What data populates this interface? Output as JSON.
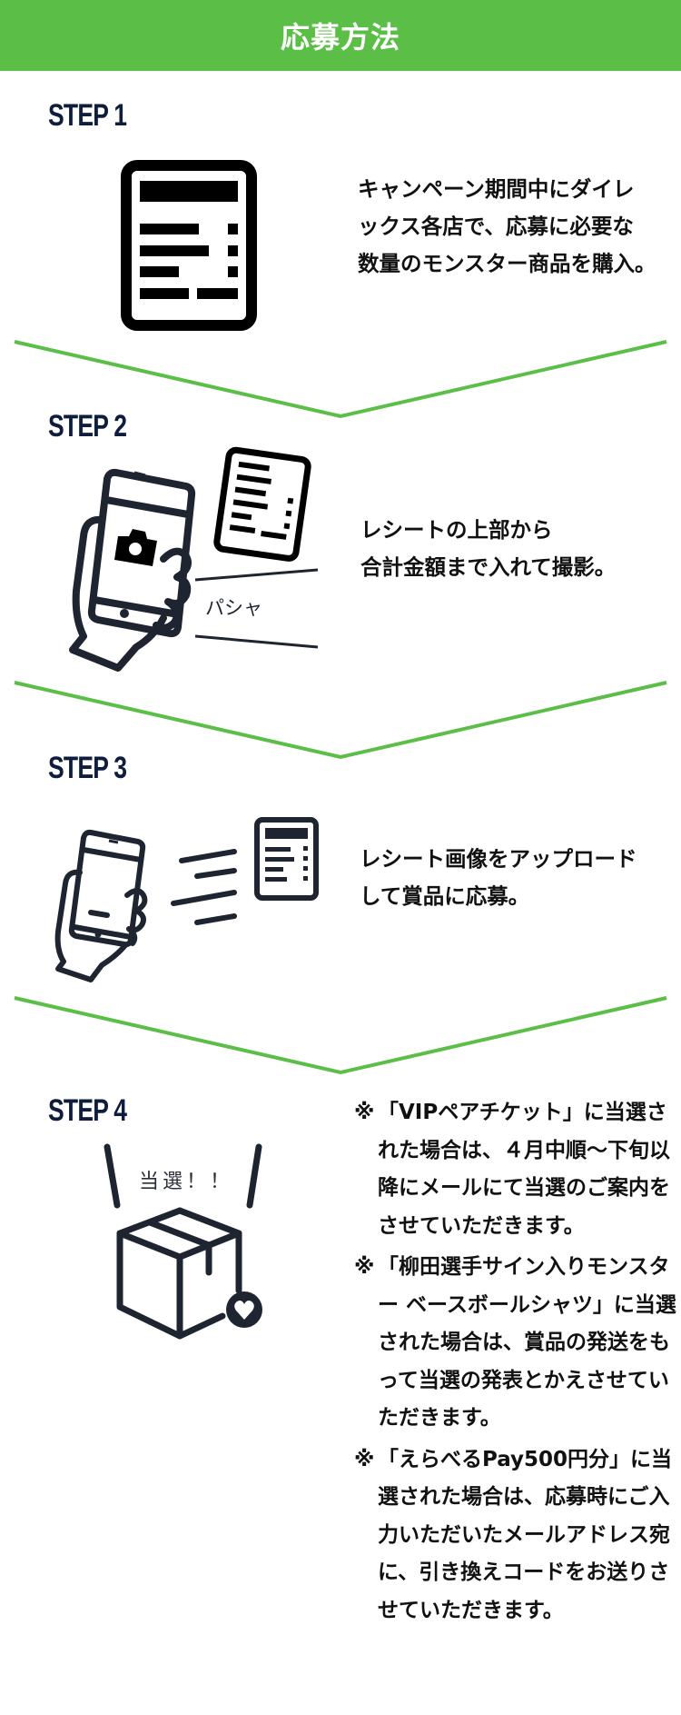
{
  "header": {
    "title": "応募方法",
    "background": "#5bbf47"
  },
  "colors": {
    "accent_green": "#5bbf47",
    "step_label": "#0f1d3d",
    "icon": "#1e2530"
  },
  "steps": [
    {
      "label": "STEP 1",
      "icon": "receipt-icon",
      "text": "キャンペーン期間中にダイレ\nックス各店で、応募に必要な\n数量のモンスター商品を購入。"
    },
    {
      "label": "STEP 2",
      "icon": "phone-camera-icon",
      "sfx": "パシャ",
      "text": "レシートの上部から\n合計金額まで入れて撮影。"
    },
    {
      "label": "STEP 3",
      "icon": "phone-upload-icon",
      "text": "レシート画像をアップロード\nして賞品に応募。"
    },
    {
      "label": "STEP 4",
      "icon": "gift-box-heart-icon",
      "exclaim": "当選！！",
      "notes": [
        {
          "mark": "※",
          "text": "「VIPペアチケット」に当選された場合は、４月中順～下旬以降にメールにて当選のご案内をさせていただきます。"
        },
        {
          "mark": "※",
          "text": "「柳田選手サイン入りモンスター ベースボールシャツ」に当選された場合は、賞品の発送をもって当選の発表とかえさせていただきます。"
        },
        {
          "mark": "※",
          "text": "「えらべるPay500円分」に当選された場合は、応募時にご入力いただいたメールアドレス宛に、引き換えコードをお送りさせていただきます。"
        }
      ]
    }
  ]
}
